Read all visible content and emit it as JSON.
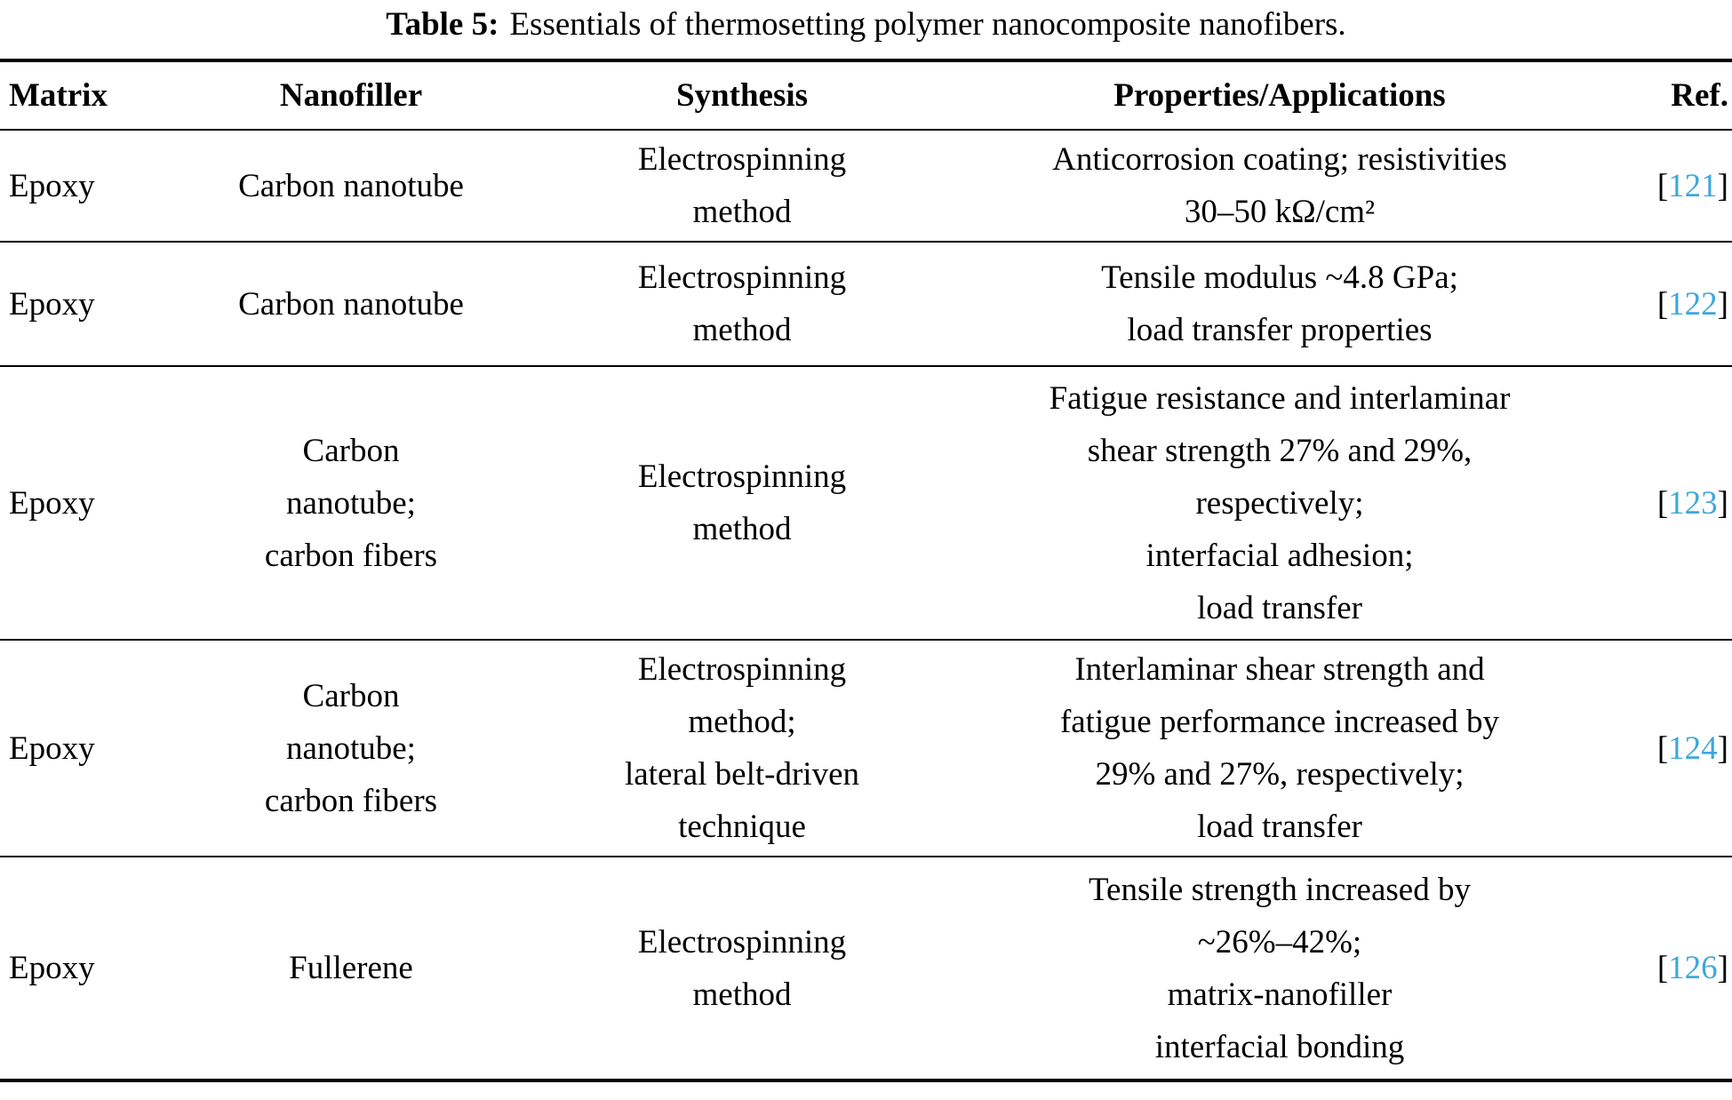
{
  "caption": {
    "label": "Table 5:",
    "text": "Essentials of thermosetting polymer nanocomposite nanofibers."
  },
  "colors": {
    "text": "#000000",
    "ref_link": "#3FA7DC",
    "rule": "#000000"
  },
  "table": {
    "headers": {
      "matrix": "Matrix",
      "nanofiller": "Nanofiller",
      "synthesis": "Synthesis",
      "properties": "Properties/Applications",
      "ref": "Ref."
    },
    "bracket_open": "[",
    "bracket_close": "]",
    "rows": [
      {
        "matrix": "Epoxy",
        "nanofiller": "Carbon nanotube",
        "synthesis": "Electrospinning\nmethod",
        "properties": "Anticorrosion coating; resistivities\n30–50 kΩ/cm²",
        "ref": "121"
      },
      {
        "matrix": "Epoxy",
        "nanofiller": "Carbon nanotube",
        "synthesis": "Electrospinning\nmethod",
        "properties": "Tensile modulus ~4.8 GPa;\nload transfer properties",
        "ref": "122"
      },
      {
        "matrix": "Epoxy",
        "nanofiller": "Carbon\nnanotube;\ncarbon fibers",
        "synthesis": "Electrospinning\nmethod",
        "properties": "Fatigue resistance and interlaminar\nshear strength 27% and 29%,\nrespectively;\ninterfacial adhesion;\nload transfer",
        "ref": "123"
      },
      {
        "matrix": "Epoxy",
        "nanofiller": "Carbon\nnanotube;\ncarbon fibers",
        "synthesis": "Electrospinning\nmethod;\nlateral belt-driven\ntechnique",
        "properties": "Interlaminar shear strength and\nfatigue performance increased by\n29% and 27%, respectively;\nload transfer",
        "ref": "124"
      },
      {
        "matrix": "Epoxy",
        "nanofiller": "Fullerene",
        "synthesis": "Electrospinning\nmethod",
        "properties": "Tensile strength increased by\n~26%–42%;\nmatrix-nanofiller\ninterfacial bonding",
        "ref": "126"
      }
    ]
  }
}
